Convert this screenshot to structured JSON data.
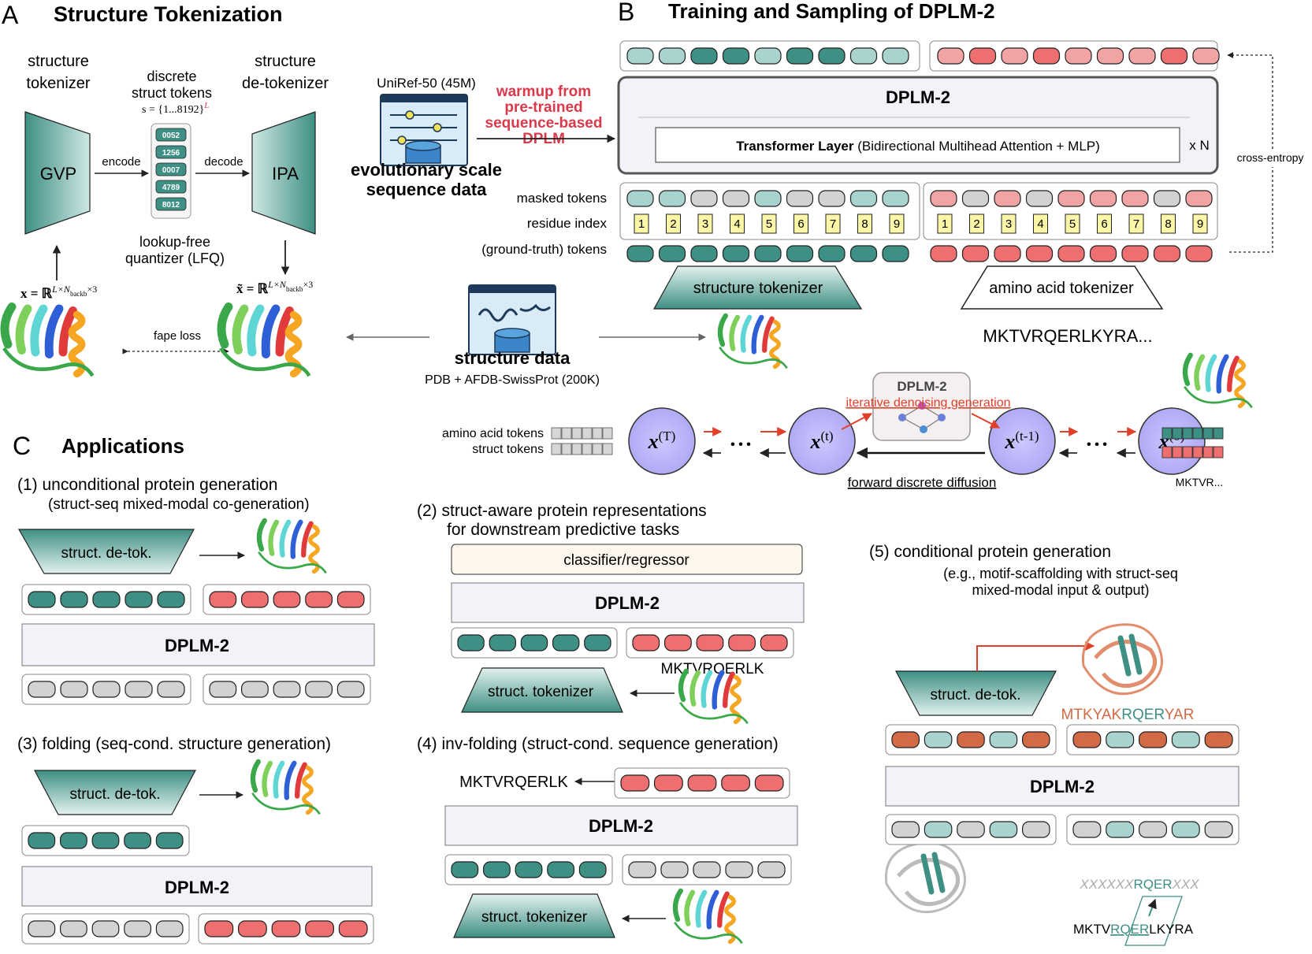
{
  "colors": {
    "teal": "#3e8f84",
    "teal_light": "#a9d3ce",
    "pink": "#f2a4a4",
    "red": "#ee6f6f",
    "gray": "#d2d2d2",
    "orange": "#d26a46",
    "label_red": "#d9394b",
    "white": "#ffffff",
    "box": "#f1f3f8",
    "index_yellow": "#fbf7a6"
  },
  "panelA": {
    "letter": "A",
    "title": "Structure Tokenization",
    "struct_tokenizer": [
      "structure",
      "tokenizer"
    ],
    "discrete_tokens": [
      "discrete",
      "struct tokens"
    ],
    "token_formula": "s = {1...8192}",
    "token_formula_sup": "L",
    "struct_detokenizer": [
      "structure",
      "de-tokenizer"
    ],
    "gvp": "GVP",
    "ipa": "IPA",
    "encode": "encode",
    "decode": "decode",
    "codes": [
      "0052",
      "1256",
      "0007",
      "4789",
      "8012"
    ],
    "lfq": [
      "lookup-free",
      "quantizer (LFQ)"
    ],
    "x_formula": "x = ℝ",
    "x_sup": "L×N",
    "x_sub": "backb",
    "x_tail": "×3",
    "xt_formula": "x̃ = ℝ",
    "fape": "fape loss"
  },
  "panelB": {
    "letter": "B",
    "title": "Training and Sampling of DPLM-2",
    "uniref": "UniRef-50 (45M)",
    "warmup": [
      "warmup from",
      "pre-trained",
      "sequence-based",
      "DPLM"
    ],
    "evo": [
      "evolutionary scale",
      "sequence data"
    ],
    "dplm": "DPLM-2",
    "transformer_bold": "Transformer Layer",
    "transformer_rest": "(Bidirectional Multihead Attention  +  MLP)",
    "xN": "x N",
    "cross_entropy": "cross-entropy",
    "masked": "masked tokens",
    "residue": "residue index",
    "gt": "(ground-truth) tokens",
    "indices": [
      "1",
      "2",
      "3",
      "4",
      "5",
      "6",
      "7",
      "8",
      "9"
    ],
    "struct_tok": "structure tokenizer",
    "aa_tok": "amino acid tokenizer",
    "sequence": "MKTVRQERLKYRA...",
    "structure_data": "structure data",
    "pdb": "PDB + AFDB-SwissProt (200K)",
    "sampler": "DPLM-2",
    "iterative": "iterative denoising generation",
    "aa_tokens": "amino acid tokens",
    "struct_tokens": "struct tokens",
    "xT": "(T)",
    "xt": "(t)",
    "xt1": "(t-1)",
    "x0": "(0)",
    "forward": "forward discrete diffusion",
    "mktvr": "MKTVR...",
    "dots": "• • •"
  },
  "panelC": {
    "letter": "C",
    "title": "Applications",
    "app1": [
      "(1)  unconditional protein generation",
      "(struct-seq mixed-modal co-generation)"
    ],
    "app2": [
      "(2)  struct-aware protein representations",
      "for downstream predictive tasks"
    ],
    "app3": "(3)  folding (seq-cond. structure generation)",
    "app4": "(4)  inv-folding (struct-cond. sequence generation)",
    "app5": [
      "(5)  conditional protein generation",
      "(e.g., motif-scaffolding with struct-seq",
      "mixed-modal input & output)"
    ],
    "detok": "struct. de-tok.",
    "tokenizer": "struct. tokenizer",
    "classifier": "classifier/regressor",
    "dplm": "DPLM-2",
    "seq_short": "MKTVRQERLK",
    "motif_seq": [
      "MTKYAK",
      "RQER",
      "YAR"
    ],
    "masked_seq": [
      "XXXXXX",
      "RQER",
      "XXX"
    ],
    "input_seq": [
      "MKTV",
      "RQER",
      "LKYRA"
    ]
  }
}
